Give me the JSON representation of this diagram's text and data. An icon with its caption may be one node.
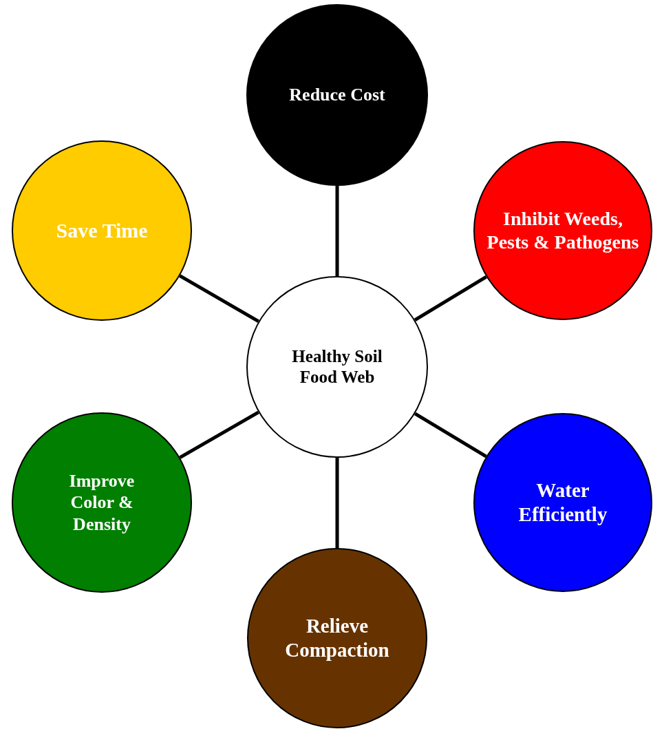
{
  "diagram": {
    "nodes": [
      {
        "text": [
          "Reduce Cost"
        ]
      },
      {
        "text": [
          "Save Time"
        ]
      },
      {
        "text": [
          "Inhibit Weeds, Pests & Pathogens"
        ]
      },
      {
        "text": [
          "Healthy Soil Food Web"
        ]
      },
      {
        "text": [
          "Improve Color & Density"
        ]
      },
      {
        "text": [
          "Water Efficiently"
        ]
      },
      {
        "text": [
          "Relieve Compaction"
        ]
      }
    ],
    "edges": [
      {
        "from": 3,
        "to": 0,
        "arrow": "none"
      },
      {
        "from": 3,
        "to": 2,
        "arrow": "none"
      },
      {
        "from": 3,
        "to": 5,
        "arrow": "none"
      },
      {
        "from": 3,
        "to": 6,
        "arrow": "none"
      },
      {
        "from": 3,
        "to": 4,
        "arrow": "none"
      },
      {
        "from": 3,
        "to": 1,
        "arrow": "none"
      }
    ]
  }
}
